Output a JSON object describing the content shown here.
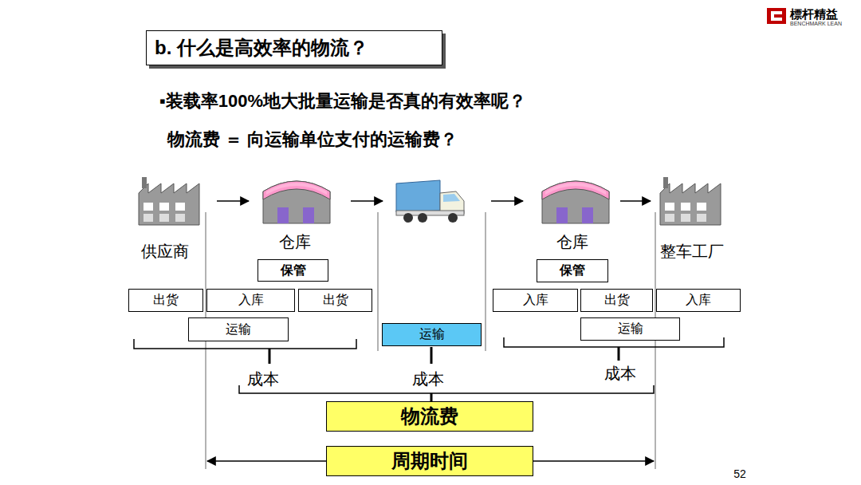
{
  "diagram": {
    "title": "b. 什么是高效率的物流？",
    "nodes": [
      {
        "text": [
          "保管"
        ]
      },
      {
        "text": [
          "保管"
        ]
      },
      {
        "text": [
          "出货"
        ]
      },
      {
        "text": [
          "入库"
        ]
      },
      {
        "text": [
          "出货"
        ]
      },
      {
        "text": [
          "入库"
        ]
      },
      {
        "text": [
          "出货"
        ]
      },
      {
        "text": [
          "入库"
        ]
      },
      {
        "text": [
          "运输"
        ]
      },
      {
        "text": [
          "运输"
        ]
      },
      {
        "text": [
          "运输"
        ]
      },
      {
        "text": [
          "物流费"
        ]
      },
      {
        "text": [
          "周期时间"
        ]
      }
    ],
    "labels": [
      "標杆精益",
      "BENCHMARK LEAN",
      "▪装载率100%地大批量运输是否真的有效率呢？",
      "物流费 ＝ 向运输单位支付的运输费？",
      "供应商",
      "仓库",
      "仓库",
      "整车工厂",
      "成本",
      "成本",
      "成本",
      "52"
    ]
  }
}
